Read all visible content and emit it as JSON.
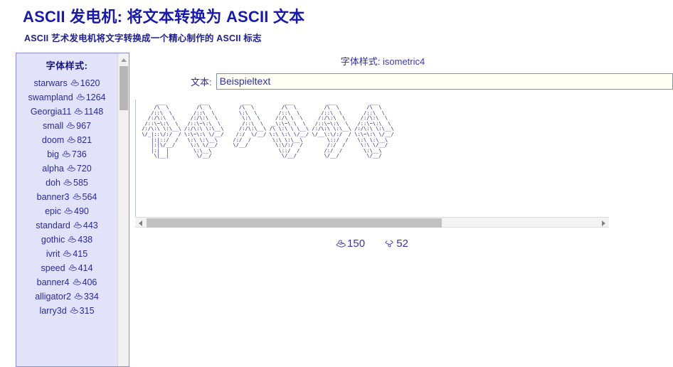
{
  "header": {
    "title": "ASCII 发电机: 将文本转换为 ASCII 文本",
    "subtitle": "ASCII 艺术发电机将文字转换成一个精心制作的 ASCII 标志"
  },
  "sidebar": {
    "title": "字体样式:",
    "scroll_up_icon": "triangle-up-icon",
    "items": [
      {
        "name": "starwars",
        "icon": "thumbs-up-icon",
        "count": "1620"
      },
      {
        "name": "swampland",
        "icon": "thumbs-up-icon",
        "count": "1264"
      },
      {
        "name": "Georgia11",
        "icon": "thumbs-up-icon",
        "count": "1148"
      },
      {
        "name": "small",
        "icon": "thumbs-up-icon",
        "count": "967"
      },
      {
        "name": "doom",
        "icon": "thumbs-up-icon",
        "count": "821"
      },
      {
        "name": "big",
        "icon": "thumbs-up-icon",
        "count": "736"
      },
      {
        "name": "alpha",
        "icon": "thumbs-up-icon",
        "count": "720"
      },
      {
        "name": "doh",
        "icon": "thumbs-up-icon",
        "count": "585"
      },
      {
        "name": "banner3",
        "icon": "thumbs-up-icon",
        "count": "564"
      },
      {
        "name": "epic",
        "icon": "thumbs-up-icon",
        "count": "490"
      },
      {
        "name": "standard",
        "icon": "thumbs-up-icon",
        "count": "443"
      },
      {
        "name": "gothic",
        "icon": "thumbs-up-icon",
        "count": "438"
      },
      {
        "name": "ivrit",
        "icon": "thumbs-up-icon",
        "count": "415"
      },
      {
        "name": "speed",
        "icon": "thumbs-up-icon",
        "count": "414"
      },
      {
        "name": "banner4",
        "icon": "thumbs-up-icon",
        "count": "406"
      },
      {
        "name": "alligator2",
        "icon": "thumbs-up-icon",
        "count": "334"
      },
      {
        "name": "larry3d",
        "icon": "thumbs-up-icon",
        "count": "315"
      }
    ]
  },
  "main": {
    "font_style_label": "字体样式:",
    "font_style_value": "isometric4",
    "text_label": "文本:",
    "text_value": "Beispieltext",
    "text_placeholder": "",
    "ascii_art": "      ___           ___           ___           ___           ___           ___     \n     /\\  \\         /\\  \\         /\\  \\         /\\  \\         /\\  \\         /\\  \\    \n    /::\\  \\       /::\\  \\        \\:\\  \\       /::\\  \\       /::\\  \\       /::\\  \\   \n   /:/\\:\\  \\     /:/\\:\\  \\        \\:\\  \\     /:/\\ \\  \\     /:/\\:\\  \\     /:/\\:\\  \\  \n  /::\\~\\:\\  \\   /::\\~\\:\\  \\       /::\\  \\   _\\:\\~\\ \\  \\   /::\\~\\:\\  \\   /::\\~\\:\\  \\ \n /:/\\:\\ \\:\\__\\ /:/\\:\\ \\:\\__\\     /:/\\:\\__\\ /\\ \\:\\ \\ \\__\\ /:/\\:\\ \\:\\__\\ /:/\\:\\ \\:\\__\\\n \\/_|::\\/:/  / \\:\\~\\:\\ \\/__/    /:/  \\/__/ \\:\\ \\:\\ \\/__/ \\/__\\:\\/:/  / \\:\\~\\:\\ \\/__/\n    |:|::/  /   \\:\\ \\:\\__\\     /:/  /       \\:\\ \\:\\__\\        \\::/  /   \\:\\ \\:\\__\\  \n    |:|\\/__/     \\:\\ \\/__/     \\/__/         \\:\\/:/  /        /:/  /     \\:\\ \\/__/  \n    |:|  |        \\:\\__\\                      \\::/  /        /:/  /       \\:\\__\\    \n     \\|__|         \\/__/                       \\/__/         \\/__/         \\/__/    ",
    "h_scroll_left_icon": "triangle-left-icon",
    "h_scroll_right_icon": "triangle-right-icon"
  },
  "votes": {
    "up": {
      "icon": "thumbs-up-icon",
      "count": "150"
    },
    "down": {
      "icon": "thumbs-down-icon",
      "count": "52"
    }
  },
  "colors": {
    "title": "#1a1aa8",
    "link": "#2a2a9c",
    "sidebar_bg": "#e2e2fb",
    "sidebar_border": "#8c8cdc",
    "art": "#1a1a8c",
    "input_border": "#7b93b8"
  }
}
